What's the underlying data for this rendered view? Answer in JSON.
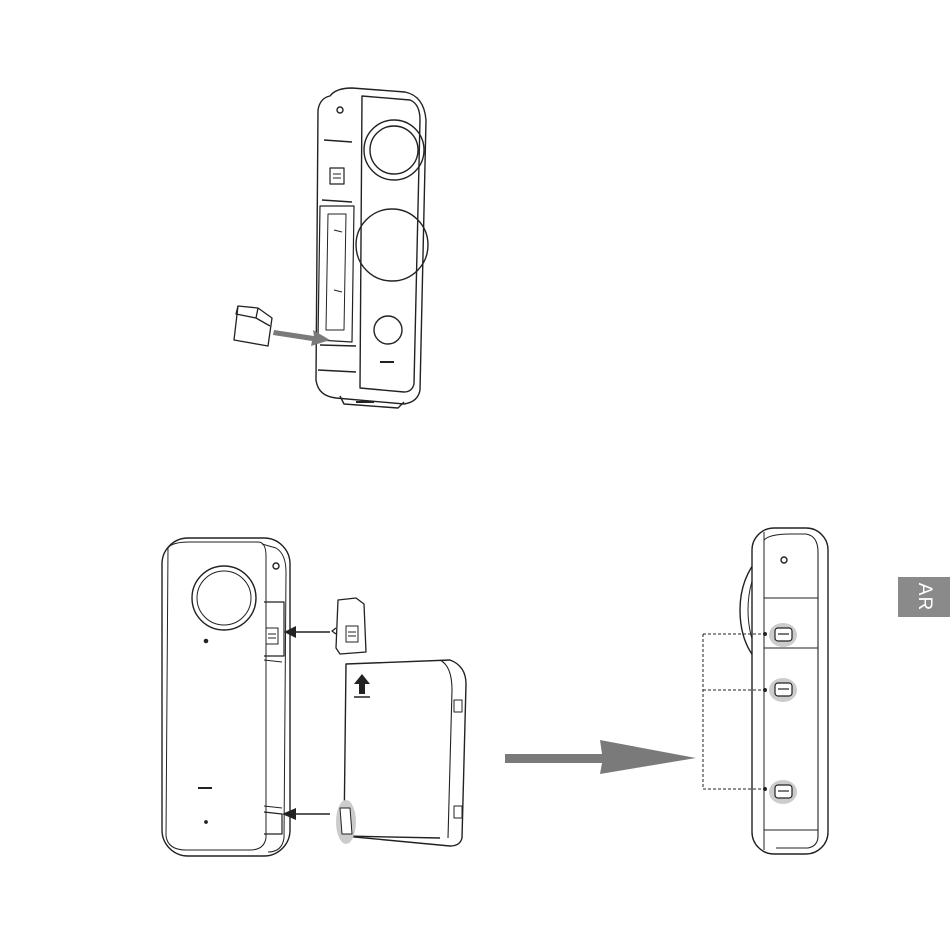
{
  "page": {
    "language_tab": "AR",
    "tab_color": "#8a8a8a"
  },
  "figures": [
    {
      "name": "camera-sd-card-insertion",
      "icons": [
        "sd-card-icon",
        "insert-arrow-icon"
      ]
    },
    {
      "name": "camera-battery-installation",
      "icons": [
        "battery-icon",
        "slot-cover-icon",
        "up-arrow-icon"
      ]
    },
    {
      "name": "camera-side-latches",
      "icons": [
        "latch-icon"
      ]
    }
  ],
  "colors": {
    "line": "#222222",
    "arrow_gray": "#7a7a7a",
    "highlight": "#cccccc"
  }
}
